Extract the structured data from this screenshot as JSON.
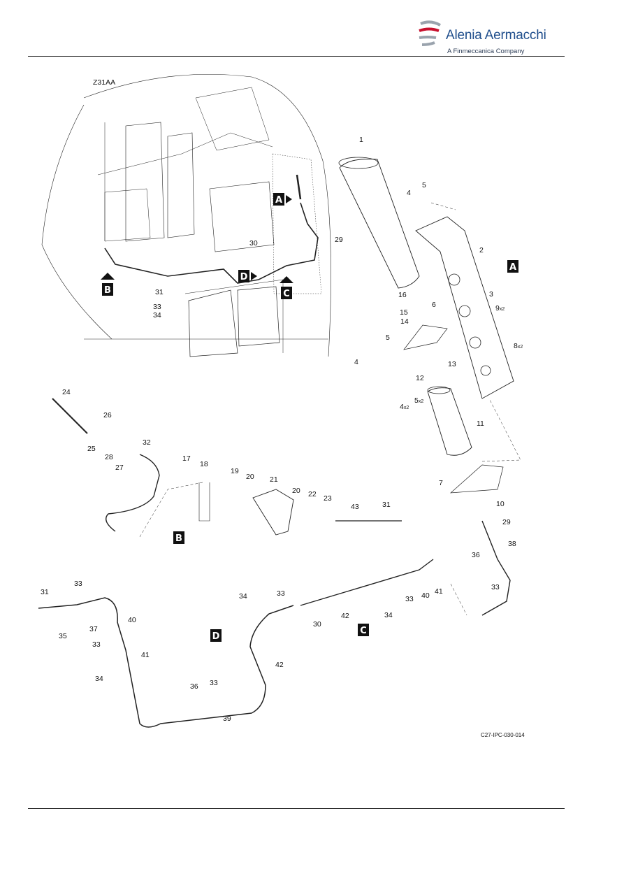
{
  "header": {
    "brand": "Alenia Aermacchi",
    "tagline": "A Finmeccanica Company"
  },
  "figure": {
    "zone": "Z31AA",
    "ref": "C27-IPC-030-014",
    "view_labels": [
      "A",
      "B",
      "C",
      "D"
    ],
    "callouts": [
      {
        "id": "c1",
        "text": "1"
      },
      {
        "id": "c2",
        "text": "2"
      },
      {
        "id": "c3",
        "text": "3"
      },
      {
        "id": "c4a",
        "text": "4"
      },
      {
        "id": "c5a",
        "text": "5"
      },
      {
        "id": "c6",
        "text": "6"
      },
      {
        "id": "c7",
        "text": "7"
      },
      {
        "id": "c8",
        "text": "8",
        "sub": "x2"
      },
      {
        "id": "c9",
        "text": "9",
        "sub": "x2"
      },
      {
        "id": "c10",
        "text": "10"
      },
      {
        "id": "c11",
        "text": "11"
      },
      {
        "id": "c12",
        "text": "12"
      },
      {
        "id": "c13",
        "text": "13"
      },
      {
        "id": "c14",
        "text": "14"
      },
      {
        "id": "c15",
        "text": "15"
      },
      {
        "id": "c16",
        "text": "16"
      },
      {
        "id": "c17",
        "text": "17"
      },
      {
        "id": "c18",
        "text": "18"
      },
      {
        "id": "c19",
        "text": "19"
      },
      {
        "id": "c20a",
        "text": "20"
      },
      {
        "id": "c20b",
        "text": "20"
      },
      {
        "id": "c21",
        "text": "21"
      },
      {
        "id": "c22",
        "text": "22"
      },
      {
        "id": "c23",
        "text": "23"
      },
      {
        "id": "c24",
        "text": "24"
      },
      {
        "id": "c25",
        "text": "25"
      },
      {
        "id": "c26",
        "text": "26"
      },
      {
        "id": "c27",
        "text": "27"
      },
      {
        "id": "c28",
        "text": "28"
      },
      {
        "id": "c29a",
        "text": "29"
      },
      {
        "id": "c29b",
        "text": "29"
      },
      {
        "id": "c30a",
        "text": "30"
      },
      {
        "id": "c30b",
        "text": "30"
      },
      {
        "id": "c31a",
        "text": "31"
      },
      {
        "id": "c31b",
        "text": "31"
      },
      {
        "id": "c31c",
        "text": "31"
      },
      {
        "id": "c32",
        "text": "32"
      },
      {
        "id": "c33a",
        "text": "33"
      },
      {
        "id": "c33b",
        "text": "33"
      },
      {
        "id": "c33c",
        "text": "33"
      },
      {
        "id": "c33d",
        "text": "33"
      },
      {
        "id": "c33e",
        "text": "33"
      },
      {
        "id": "c33f",
        "text": "33"
      },
      {
        "id": "c33g",
        "text": "33"
      },
      {
        "id": "c34a",
        "text": "34"
      },
      {
        "id": "c34b",
        "text": "34"
      },
      {
        "id": "c34c",
        "text": "34"
      },
      {
        "id": "c34d",
        "text": "34"
      },
      {
        "id": "c35",
        "text": "35"
      },
      {
        "id": "c36a",
        "text": "36"
      },
      {
        "id": "c36b",
        "text": "36"
      },
      {
        "id": "c37",
        "text": "37"
      },
      {
        "id": "c38",
        "text": "38"
      },
      {
        "id": "c39",
        "text": "39"
      },
      {
        "id": "c40a",
        "text": "40"
      },
      {
        "id": "c40b",
        "text": "40"
      },
      {
        "id": "c41a",
        "text": "41"
      },
      {
        "id": "c41b",
        "text": "41"
      },
      {
        "id": "c42a",
        "text": "42"
      },
      {
        "id": "c42b",
        "text": "42"
      },
      {
        "id": "c43",
        "text": "43"
      },
      {
        "id": "c4b",
        "text": "4"
      },
      {
        "id": "c4c",
        "text": "4",
        "sub": "x2"
      },
      {
        "id": "c5b",
        "text": "5"
      },
      {
        "id": "c5c",
        "text": "5",
        "sub": "x2"
      }
    ]
  },
  "colors": {
    "brand": "#1f4e8c",
    "ink": "#1a1a1a",
    "red": "#c8102e"
  }
}
